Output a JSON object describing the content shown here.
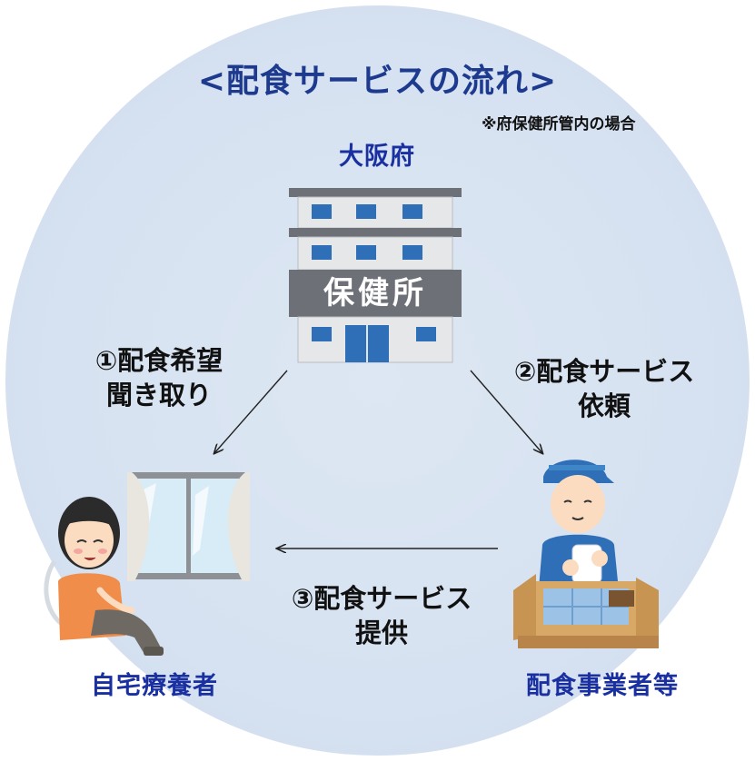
{
  "title": "<配食サービスの流れ>",
  "note": "※府保健所管内の場合",
  "nodes": {
    "prefecture": "大阪府",
    "health_center_sign": "保健所",
    "patient": "自宅療養者",
    "provider": "配食事業者等"
  },
  "steps": [
    {
      "line1": "①配食希望",
      "line2": "聞き取り"
    },
    {
      "line1": "②配食サービス",
      "line2": "依頼"
    },
    {
      "line1": "③配食サービス",
      "line2": "提供"
    }
  ],
  "colors": {
    "title": "#1d3a8f",
    "node_name": "#1a2fa0",
    "background": "#d8e3f1"
  }
}
